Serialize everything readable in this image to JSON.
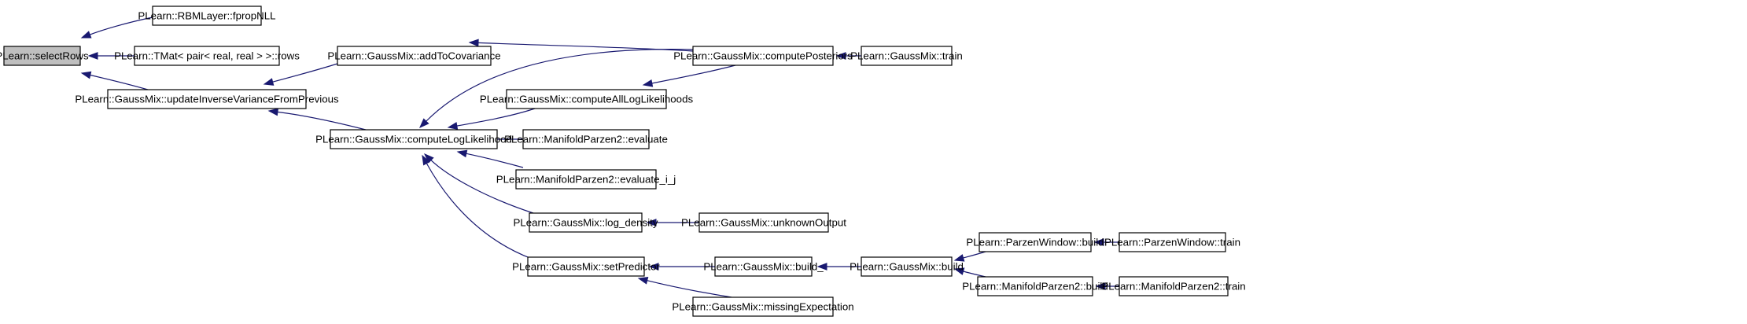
{
  "graph": {
    "colors": {
      "edge": "#191970",
      "node_fill": "#ffffff",
      "highlight_fill": "#bfbfbf",
      "node_stroke": "#000000"
    },
    "nodes": [
      {
        "id": "selectRows",
        "label": "PLearn::selectRows",
        "highlight": true
      },
      {
        "id": "fpropNLL",
        "label": "PLearn::RBMLayer::fpropNLL"
      },
      {
        "id": "tmatRows",
        "label": "PLearn::TMat< pair< real, real > >::rows"
      },
      {
        "id": "updateInv",
        "label": "PLearn::GaussMix::updateInverseVarianceFromPrevious"
      },
      {
        "id": "addToCov",
        "label": "PLearn::GaussMix::addToCovariance"
      },
      {
        "id": "computeLL",
        "label": "PLearn::GaussMix::computeLogLikelihood"
      },
      {
        "id": "computePost",
        "label": "PLearn::GaussMix::computePosteriors"
      },
      {
        "id": "gmTrain",
        "label": "PLearn::GaussMix::train"
      },
      {
        "id": "computeAllLL",
        "label": "PLearn::GaussMix::computeAllLogLikelihoods"
      },
      {
        "id": "mpEval",
        "label": "PLearn::ManifoldParzen2::evaluate"
      },
      {
        "id": "mpEvalIJ",
        "label": "PLearn::ManifoldParzen2::evaluate_i_j"
      },
      {
        "id": "logDensity",
        "label": "PLearn::GaussMix::log_density"
      },
      {
        "id": "unknownOut",
        "label": "PLearn::GaussMix::unknownOutput"
      },
      {
        "id": "setPred",
        "label": "PLearn::GaussMix::setPredictor"
      },
      {
        "id": "build_",
        "label": "PLearn::GaussMix::build_"
      },
      {
        "id": "gmBuild",
        "label": "PLearn::GaussMix::build"
      },
      {
        "id": "missingExp",
        "label": "PLearn::GaussMix::missingExpectation"
      },
      {
        "id": "pwBuild",
        "label": "PLearn::ParzenWindow::build"
      },
      {
        "id": "pwTrain",
        "label": "PLearn::ParzenWindow::train"
      },
      {
        "id": "mpBuild",
        "label": "PLearn::ManifoldParzen2::build"
      },
      {
        "id": "mpTrain",
        "label": "PLearn::ManifoldParzen2::train"
      }
    ],
    "edges": [
      {
        "from": "fpropNLL",
        "to": "selectRows"
      },
      {
        "from": "tmatRows",
        "to": "selectRows"
      },
      {
        "from": "updateInv",
        "to": "selectRows"
      },
      {
        "from": "addToCov",
        "to": "updateInv"
      },
      {
        "from": "computeLL",
        "to": "updateInv"
      },
      {
        "from": "computePost",
        "to": "addToCov"
      },
      {
        "from": "computePost",
        "to": "computeLL"
      },
      {
        "from": "computeAllLL",
        "to": "computeLL"
      },
      {
        "from": "mpEval",
        "to": "computeLL"
      },
      {
        "from": "mpEvalIJ",
        "to": "computeLL"
      },
      {
        "from": "logDensity",
        "to": "computeLL"
      },
      {
        "from": "setPred",
        "to": "computeLL"
      },
      {
        "from": "gmTrain",
        "to": "computePost"
      },
      {
        "from": "computePost",
        "to": "computeAllLL"
      },
      {
        "from": "unknownOut",
        "to": "logDensity"
      },
      {
        "from": "build_",
        "to": "setPred"
      },
      {
        "from": "missingExp",
        "to": "setPred"
      },
      {
        "from": "gmBuild",
        "to": "build_"
      },
      {
        "from": "pwBuild",
        "to": "gmBuild"
      },
      {
        "from": "mpBuild",
        "to": "gmBuild"
      },
      {
        "from": "pwTrain",
        "to": "pwBuild"
      },
      {
        "from": "mpTrain",
        "to": "mpBuild"
      }
    ]
  }
}
